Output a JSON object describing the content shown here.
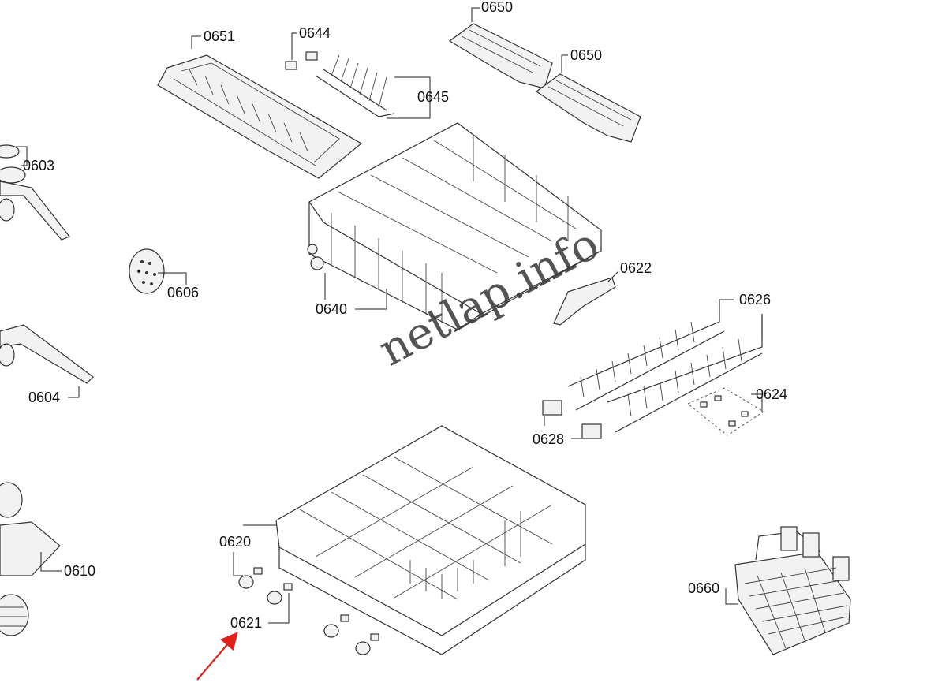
{
  "diagram": {
    "watermark": "netlap.info",
    "parts": [
      {
        "id": "p0651",
        "label": "0651",
        "icon": "cutlery-tray"
      },
      {
        "id": "p0644",
        "label": "0644",
        "icon": "clip"
      },
      {
        "id": "p0650a",
        "label": "0650",
        "icon": "cup-shelf"
      },
      {
        "id": "p0650b",
        "label": "0650",
        "icon": "cup-shelf"
      },
      {
        "id": "p0645",
        "label": "0645",
        "icon": "plate-rack-insert"
      },
      {
        "id": "p0603",
        "label": "0603",
        "icon": "spray-arm-upper"
      },
      {
        "id": "p0606",
        "label": "0606",
        "icon": "filter-disc"
      },
      {
        "id": "p0640",
        "label": "0640",
        "icon": "upper-basket"
      },
      {
        "id": "p0622",
        "label": "0622",
        "icon": "handle"
      },
      {
        "id": "p0626",
        "label": "0626",
        "icon": "tine-row"
      },
      {
        "id": "p0624",
        "label": "0624",
        "icon": "clip-set"
      },
      {
        "id": "p0628",
        "label": "0628",
        "icon": "tine-holder"
      },
      {
        "id": "p0604",
        "label": "0604",
        "icon": "spray-arm-lower"
      },
      {
        "id": "p0620",
        "label": "0620",
        "icon": "lower-basket"
      },
      {
        "id": "p0610",
        "label": "0610",
        "icon": "sump-filter"
      },
      {
        "id": "p0621",
        "label": "0621",
        "icon": "basket-wheel"
      },
      {
        "id": "p0660",
        "label": "0660",
        "icon": "cutlery-basket"
      }
    ],
    "arrow_color": "#e0201a",
    "arrow_target": "0621"
  }
}
